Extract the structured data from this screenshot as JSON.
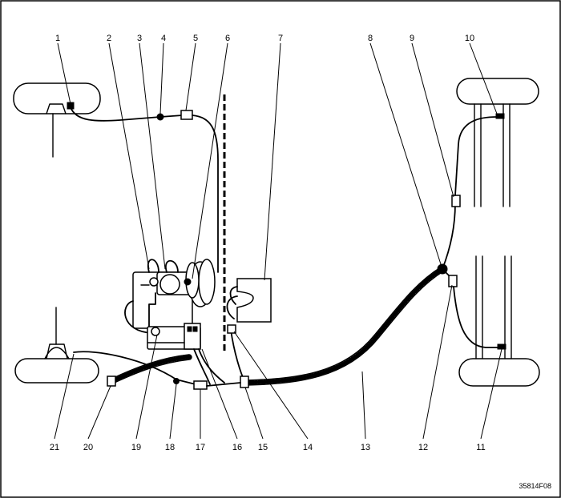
{
  "callouts": {
    "c1": "1",
    "c2": "2",
    "c3": "3",
    "c4": "4",
    "c5": "5",
    "c6": "6",
    "c7": "7",
    "c8": "8",
    "c9": "9",
    "c10": "10",
    "c11": "11",
    "c12": "12",
    "c13": "13",
    "c14": "14",
    "c15": "15",
    "c16": "16",
    "c17": "17",
    "c18": "18",
    "c19": "19",
    "c20": "20",
    "c21": "21"
  },
  "figure_ref": "35814F08"
}
